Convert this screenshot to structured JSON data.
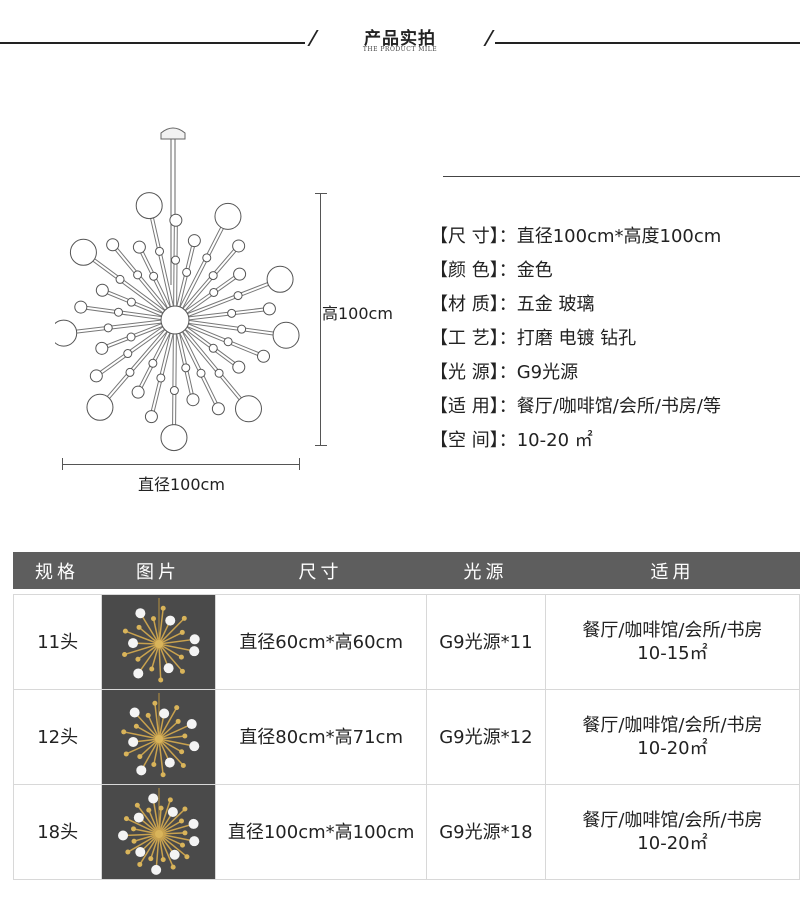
{
  "header": {
    "title": "产品实拍",
    "subtitle": "THE PRODUCT MILE"
  },
  "figure": {
    "height_label": "高100cm",
    "diameter_label": "直径100cm"
  },
  "specs": [
    {
      "key": "【尺 寸】：",
      "value": "直径100cm*高度100cm"
    },
    {
      "key": "【颜 色】：",
      "value": "金色"
    },
    {
      "key": "【材 质】：",
      "value": "五金 玻璃"
    },
    {
      "key": "【工 艺】：",
      "value": "打磨 电镀 钻孔"
    },
    {
      "key": "【光 源】：",
      "value": "G9光源"
    },
    {
      "key": "【适 用】：",
      "value": "餐厅/咖啡馆/会所/书房/等"
    },
    {
      "key": "【空 间】：",
      "value": "10-20 ㎡"
    }
  ],
  "table": {
    "headers": [
      "规格",
      "图片",
      "尺寸",
      "光源",
      "适用"
    ],
    "rows": [
      {
        "spec": "11头",
        "size": "直径60cm*高60cm",
        "light": "G9光源*11",
        "use_line1": "餐厅/咖啡馆/会所/书房",
        "use_line2": "10-15㎡"
      },
      {
        "spec": "12头",
        "size": "直径80cm*高71cm",
        "light": "G9光源*12",
        "use_line1": "餐厅/咖啡馆/会所/书房",
        "use_line2": "10-20㎡"
      },
      {
        "spec": "18头",
        "size": "直径100cm*高100cm",
        "light": "G9光源*18",
        "use_line1": "餐厅/咖啡馆/会所/书房",
        "use_line2": "10-20㎡"
      }
    ]
  }
}
